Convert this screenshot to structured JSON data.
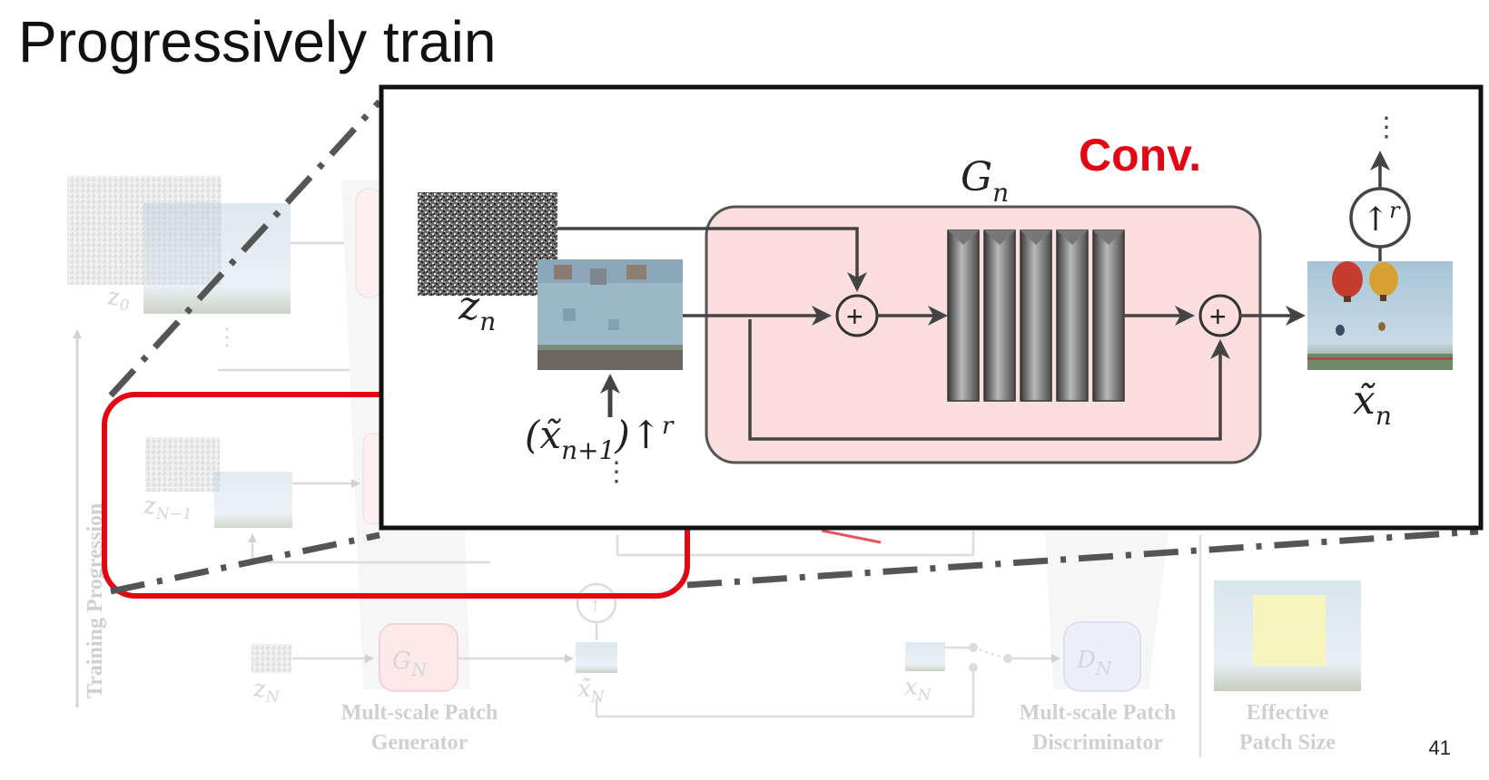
{
  "slide": {
    "title": "Progressively train",
    "page_number": "41"
  },
  "background": {
    "axis_label": "Training Progression",
    "generator_caption_line1": "Mult-scale Patch",
    "generator_caption_line2": "Generator",
    "discriminator_caption_line1": "Mult-scale Patch",
    "discriminator_caption_line2": "Discriminator",
    "patch_caption_line1": "Effective",
    "patch_caption_line2": "Patch Size",
    "z0_label": "z",
    "z0_sub": "0",
    "zN1_label": "z",
    "zN1_sub": "N−1",
    "zN_label": "z",
    "zN_sub": "N",
    "GN_label": "G",
    "GN_sub": "N",
    "DN_label": "D",
    "DN_sub": "N",
    "xN_tilde_label": "x̃",
    "xN_tilde_sub": "N",
    "xN_label": "x",
    "xN_sub": "N"
  },
  "inset": {
    "conv_label": "Conv.",
    "gn_label": "G",
    "gn_sub": "n",
    "zn_label": "z",
    "zn_sub": "n",
    "input_label": "(x̃",
    "input_sub": "n+1",
    "input_tail": ")↑",
    "input_sup": "r",
    "output_label": "x̃",
    "output_sub": "n",
    "upsample_label": "↑",
    "upsample_sup": "r",
    "plus_symbol": "+"
  },
  "colors": {
    "highlight_red": "#e30613",
    "generator_fill": "#fcdede",
    "dash_gray": "#555555"
  }
}
